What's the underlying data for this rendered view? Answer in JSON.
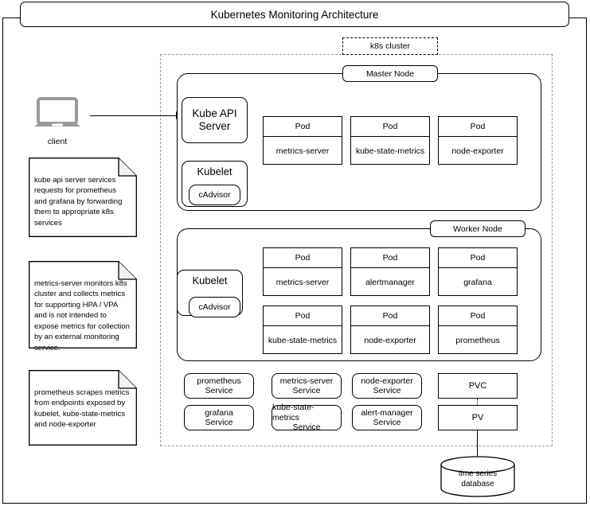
{
  "title": "Kubernetes Monitoring Architecture",
  "cluster": {
    "label": "k8s cluster"
  },
  "client": {
    "label": "client",
    "icon": "laptop-icon",
    "icon_color": "#9a9a9a"
  },
  "notes": [
    {
      "id": "note-api-server",
      "text": "kube api server services requests for prometheus and grafana by forwarding them to appropriate k8s services"
    },
    {
      "id": "note-metrics-server",
      "text": "metrics-server monitors k8s cluster and collects metrics for supporting HPA / VPA and is not intended to expose metrics for collection by an external monitoring service."
    },
    {
      "id": "note-prometheus",
      "text": "prometheus scrapes metrics from endpoints exposed by kubelet, kube-state-metrics and node-exporter"
    }
  ],
  "master_node": {
    "label": "Master Node",
    "components": [
      {
        "name": "kube-api-server",
        "label": "Kube API Server"
      },
      {
        "name": "kubelet",
        "label": "Kubelet"
      },
      {
        "name": "cadvisor",
        "label": "cAdvisor"
      }
    ],
    "pods": [
      {
        "header": "Pod",
        "body": "metrics-server"
      },
      {
        "header": "Pod",
        "body": "kube-state-metrics"
      },
      {
        "header": "Pod",
        "body": "node-exporter"
      }
    ]
  },
  "worker_node": {
    "label": "Worker Node",
    "components": [
      {
        "name": "kubelet",
        "label": "Kubelet"
      },
      {
        "name": "cadvisor",
        "label": "cAdvisor"
      }
    ],
    "pods": [
      {
        "header": "Pod",
        "body": "metrics-server"
      },
      {
        "header": "Pod",
        "body": "alertmanager"
      },
      {
        "header": "Pod",
        "body": "grafana"
      },
      {
        "header": "Pod",
        "body": "kube-state-metrics"
      },
      {
        "header": "Pod",
        "body": "node-exporter"
      },
      {
        "header": "Pod",
        "body": "prometheus"
      }
    ]
  },
  "services": [
    {
      "line1": "prometheus",
      "line2": "Service"
    },
    {
      "line1": "metrics-server",
      "line2": "Service"
    },
    {
      "line1": "node-exporter",
      "line2": "Service"
    },
    {
      "line1": "grafana",
      "line2": "Service"
    },
    {
      "line1": "kube-state-metrics",
      "line2": "Service"
    },
    {
      "line1": "alert-manager",
      "line2": "Service"
    }
  ],
  "storage": {
    "pvc": "PVC",
    "pv": "PV"
  },
  "database": {
    "line1": "time series",
    "line2": "database"
  },
  "colors": {
    "stroke": "#000000",
    "dashed_region": "#9a9a9a",
    "background": "#ffffff",
    "client_icon": "#9a9a9a"
  }
}
